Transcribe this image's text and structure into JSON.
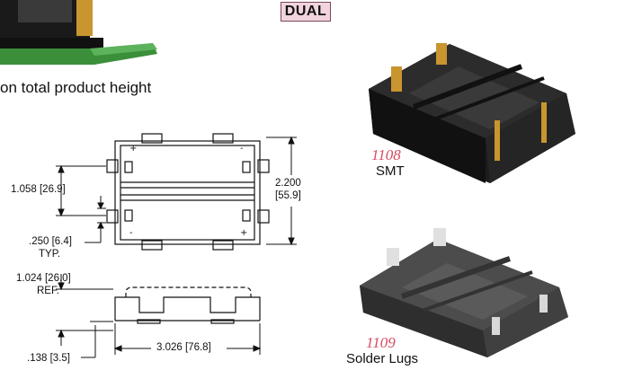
{
  "badge": "DUAL",
  "caption_partial": "on total product height",
  "dimensions": {
    "height_left": "1.058 [26.9]",
    "width_right_in": "2.200",
    "width_right_mm": "[55.9]",
    "pitch": ".250 [6.4]",
    "pitch_note": "TYP.",
    "ref_height": "1.024 [26.0]",
    "ref_note": "REF.",
    "length_bottom": "3.026 [76.8]",
    "base_height": ".138 [3.5]"
  },
  "products": [
    {
      "part_number": "1108",
      "description": "SMT"
    },
    {
      "part_number": "1109",
      "description": "Solder Lugs"
    }
  ],
  "colors": {
    "badge_bg": "#f1d4dd",
    "part_number": "#d64b61",
    "holder_dark": "#2a2a2a",
    "holder_gray": "#4a4a4a",
    "contact_gold": "#c9952f"
  }
}
